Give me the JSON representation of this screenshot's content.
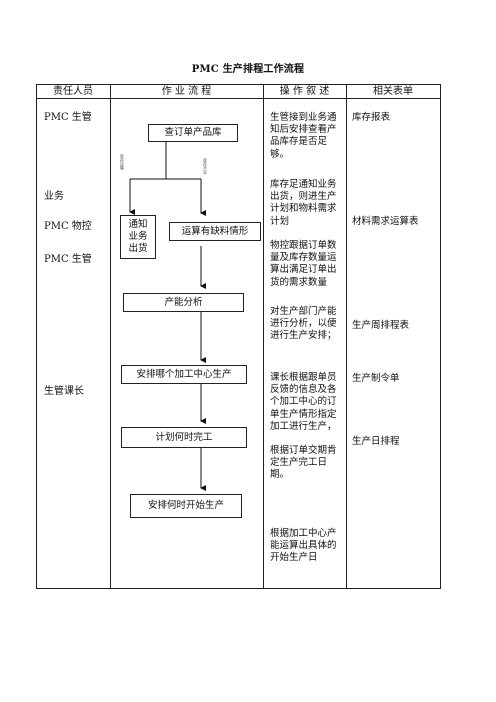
{
  "title": "PMC 生产排程工作流程",
  "headers": {
    "person": "责任人员",
    "flow": "作 业 流 程",
    "operation": "操 作 叙 述",
    "forms": "相关表单"
  },
  "responsible": [
    "PMC 生管",
    "业务",
    "PMC 物控",
    "PMC 生管",
    "生管课长"
  ],
  "flow_boxes": {
    "check_stock": "查订单产品库",
    "notify_sales": "通知\n业务\n出货",
    "calc_shortage": "运算有缺料情形",
    "capacity": "产能分析",
    "assign_center": "安排哪个加工中心生产",
    "finish_time": "计划何时完工",
    "start_time": "安排何时开始生产"
  },
  "flow_labels": {
    "left_branch": "库存足够",
    "right_branch": "库存不足"
  },
  "descriptions": [
    "生管接到业务通知后安排查看产品库存是否足够。",
    "库存足通知业务出货，则进生产计划和物料需求计划",
    "物控跟据订单数量及库存数量运算出满足订单出货的需求数量",
    "对生产部门产能进行分析，以便进行生产安排；",
    "课长根据跟单员反馈的信息及各个加工中心的订单生产情形指定加工进行生产，",
    "根据订单交期肯定生产完工日期。",
    "根据加工中心产能运算出具体的开始生产日"
  ],
  "forms": [
    "库存报表",
    "材料需求运算表",
    "生产周排程表",
    "生产制令单",
    "生产日排程"
  ]
}
